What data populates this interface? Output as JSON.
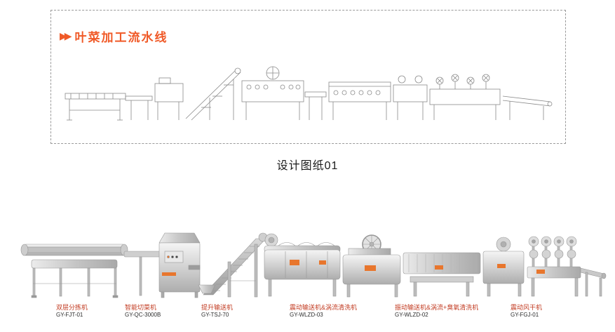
{
  "header": {
    "marker": "▶▶",
    "title": "叶菜加工流水线"
  },
  "caption": "设计图纸01",
  "machines": [
    {
      "name": "双层分拣机",
      "model": "GY-FJT-01"
    },
    {
      "name": "智能切菜机",
      "model": "GY-QC-3000B"
    },
    {
      "name": "提升输送机",
      "model": "GY-TSJ-70"
    },
    {
      "name": "震动输送机&涡流清洗机",
      "model": "GY-WLZD-03"
    },
    {
      "name": "振动输送机&涡流+臭氧清洗机",
      "model": "GY-WLZD-02"
    },
    {
      "name": "震动风干机",
      "model": "GY-FGJ-01"
    }
  ],
  "colors": {
    "accent_orange": "#f05a28",
    "label_red": "#c23a20",
    "line_gray": "#8a8a8a",
    "steel_light": "#f2f2f2",
    "steel_dark": "#a8a8a8"
  }
}
